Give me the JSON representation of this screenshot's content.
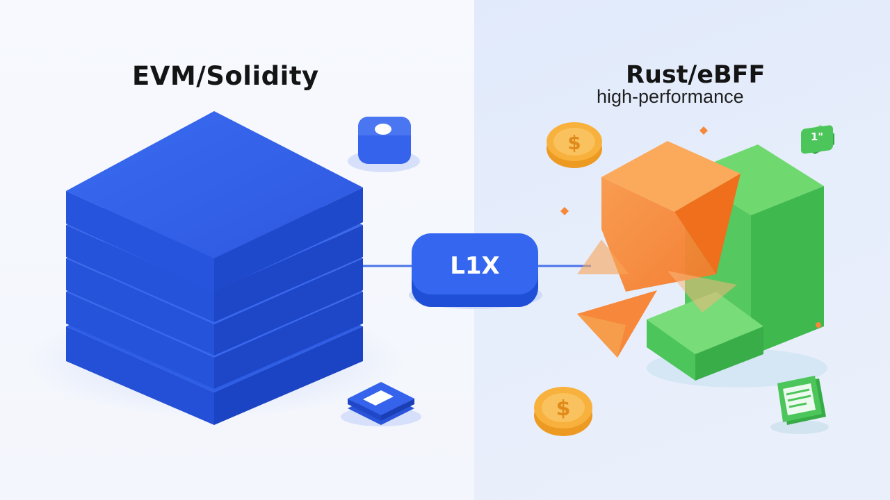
{
  "left_panel": {
    "title": "EVM/Solidity"
  },
  "right_panel": {
    "title": "Rust/eBFF",
    "subtitle": "high-performance"
  },
  "bridge": {
    "label": "L1X"
  },
  "decor": {
    "coin_symbol": "$",
    "badge_text": "1\""
  },
  "colors": {
    "blue": "#2f5ee8",
    "orange": "#f7883a",
    "green": "#4cc65a",
    "coin": "#f7b13c"
  }
}
